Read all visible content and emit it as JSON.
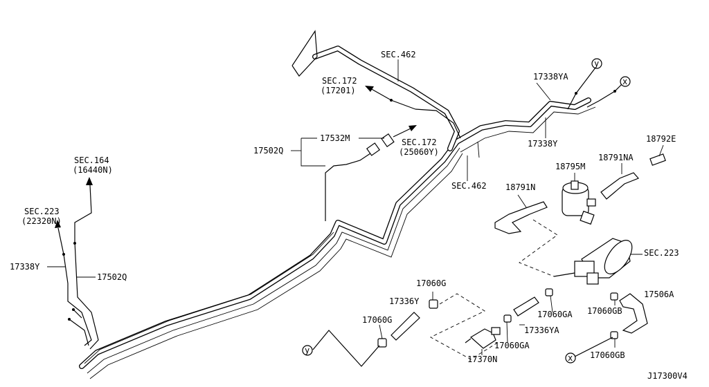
{
  "diagram": {
    "code": "J17300V4",
    "sections": {
      "sec462_top": "SEC.462",
      "sec172_a": "SEC.172",
      "sec172_a_ref": "(17201)",
      "sec172_b": "SEC.172",
      "sec172_b_ref": "(25060Y)",
      "sec462_mid": "SEC.462",
      "sec164": "SEC.164",
      "sec164_ref": "(16440N)",
      "sec223_left": "SEC.223",
      "sec223_left_ref": "(22320N)",
      "sec223_right": "SEC.223"
    },
    "parts": {
      "p17338YA": "17338YA",
      "p17338Y_right": "17338Y",
      "p18792E": "18792E",
      "p18791NA": "18791NA",
      "p18795M": "18795M",
      "p18791N": "18791N",
      "p17532M": "17532M",
      "p17502Q_top": "17502Q",
      "p17338Y_left": "17338Y",
      "p17502Q_left": "17502Q",
      "p17060G_top": "17060G",
      "p17336Y": "17336Y",
      "p17060G_left": "17060G",
      "p17370N": "17370N",
      "p17060GA_low": "17060GA",
      "p17336YA": "17336YA",
      "p17060GA_right": "17060GA",
      "p17060GB_top": "17060GB",
      "p17506A": "17506A",
      "p17060GB_low": "17060GB"
    },
    "markers": {
      "y": "y",
      "x": "x"
    }
  }
}
